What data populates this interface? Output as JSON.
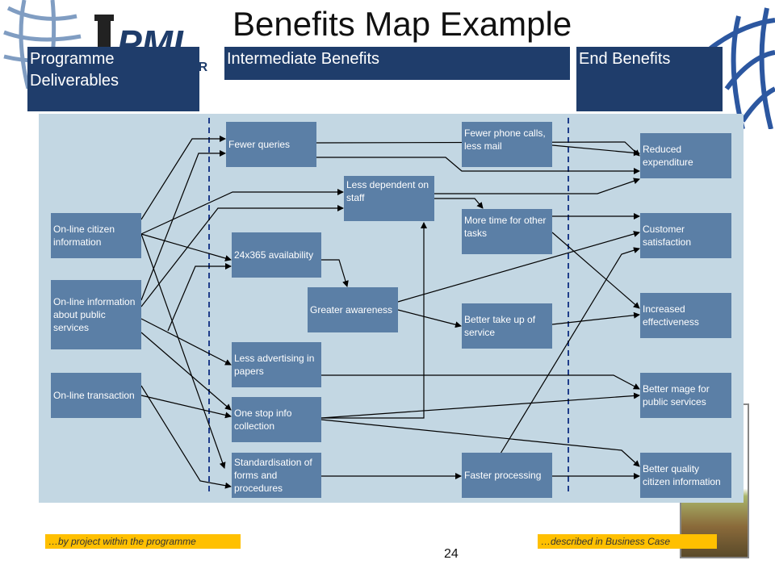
{
  "slide": {
    "title": "Benefits Map Example",
    "page_number": "24"
  },
  "headers": {
    "deliverables": "Programme Deliverables",
    "intermediate": "Intermediate Benefits",
    "end": "End Benefits"
  },
  "deliverables": {
    "citizen_info": "On-line citizen information",
    "public_services": "On-line information about public services",
    "transaction": "On-line transaction"
  },
  "intermediate": {
    "fewer_queries": "Fewer queries",
    "less_dependent": "Less dependent on staff",
    "availability": "24x365 availability",
    "greater_awareness": "Greater awareness",
    "less_advertising": "Less advertising in papers",
    "one_stop": "One stop info collection",
    "standardisation": "Standardisation of forms and procedures",
    "fewer_calls": "Fewer phone calls, less mail",
    "more_time": "More time for other tasks",
    "take_up": "Better take up of service",
    "faster_processing": "Faster processing"
  },
  "end_benefits": {
    "reduced_expenditure": "Reduced expenditure",
    "satisfaction": "Customer satisfaction",
    "effectiveness": "Increased effectiveness",
    "image": "Better mage for public services",
    "quality_info": "Better quality citizen information"
  },
  "footers": {
    "left": "…by project within the programme",
    "right": "…described in Business Case"
  },
  "colors": {
    "header_bg": "#1f3d6b",
    "panel_bg": "#c3d7e3",
    "box_bg": "#5b7fa6",
    "footer_bg": "#ffc000",
    "divider": "#1f3d8a"
  }
}
